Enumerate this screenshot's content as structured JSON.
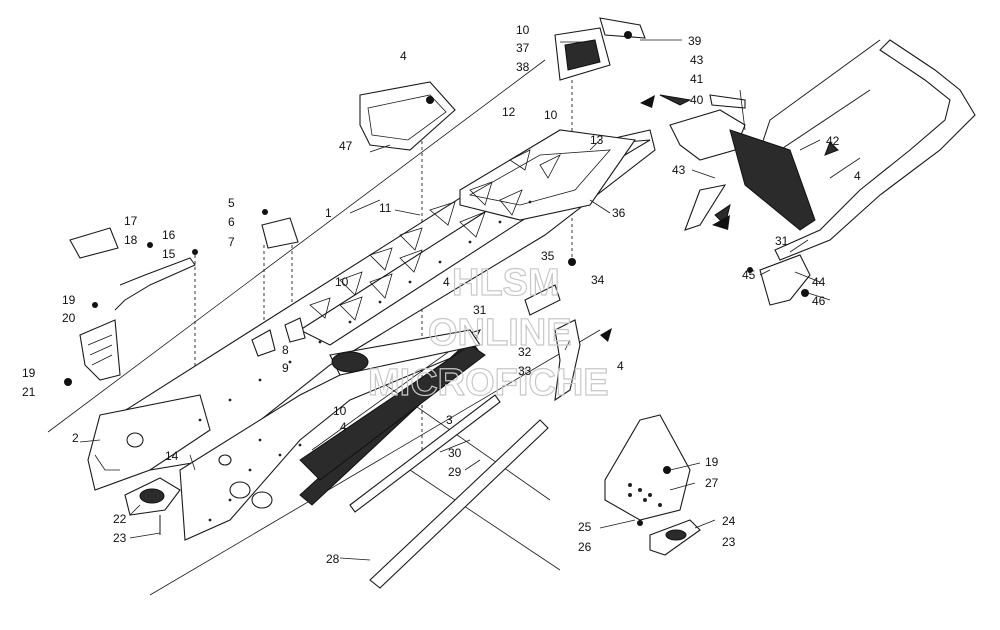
{
  "watermark": {
    "line1": "HLSM",
    "line2": "ONLINE",
    "line3": "MICROFICHE"
  },
  "callouts": {
    "c1": "1",
    "c2": "2",
    "c3": "3",
    "c4a": "4",
    "c4b": "4",
    "c4c": "4",
    "c4d": "4",
    "c4e": "4",
    "c5": "5",
    "c6": "6",
    "c7": "7",
    "c8": "8",
    "c9": "9",
    "c10a": "10",
    "c10b": "10",
    "c10c": "10",
    "c10d": "10",
    "c11": "11",
    "c12": "12",
    "c13": "13",
    "c14": "14",
    "c15": "15",
    "c16": "16",
    "c17": "17",
    "c18": "18",
    "c19a": "19",
    "c19b": "19",
    "c19c": "19",
    "c20": "20",
    "c21": "21",
    "c22": "22",
    "c23a": "23",
    "c23b": "23",
    "c24": "24",
    "c25": "25",
    "c26": "26",
    "c27": "27",
    "c28": "28",
    "c29": "29",
    "c30": "30",
    "c31a": "31",
    "c31b": "31",
    "c32": "32",
    "c33": "33",
    "c34": "34",
    "c35": "35",
    "c36": "36",
    "c37": "37",
    "c38": "38",
    "c39": "39",
    "c40": "40",
    "c41": "41",
    "c42": "42",
    "c43a": "43",
    "c43b": "43",
    "c44": "44",
    "c45": "45",
    "c46": "46",
    "c47": "47"
  }
}
